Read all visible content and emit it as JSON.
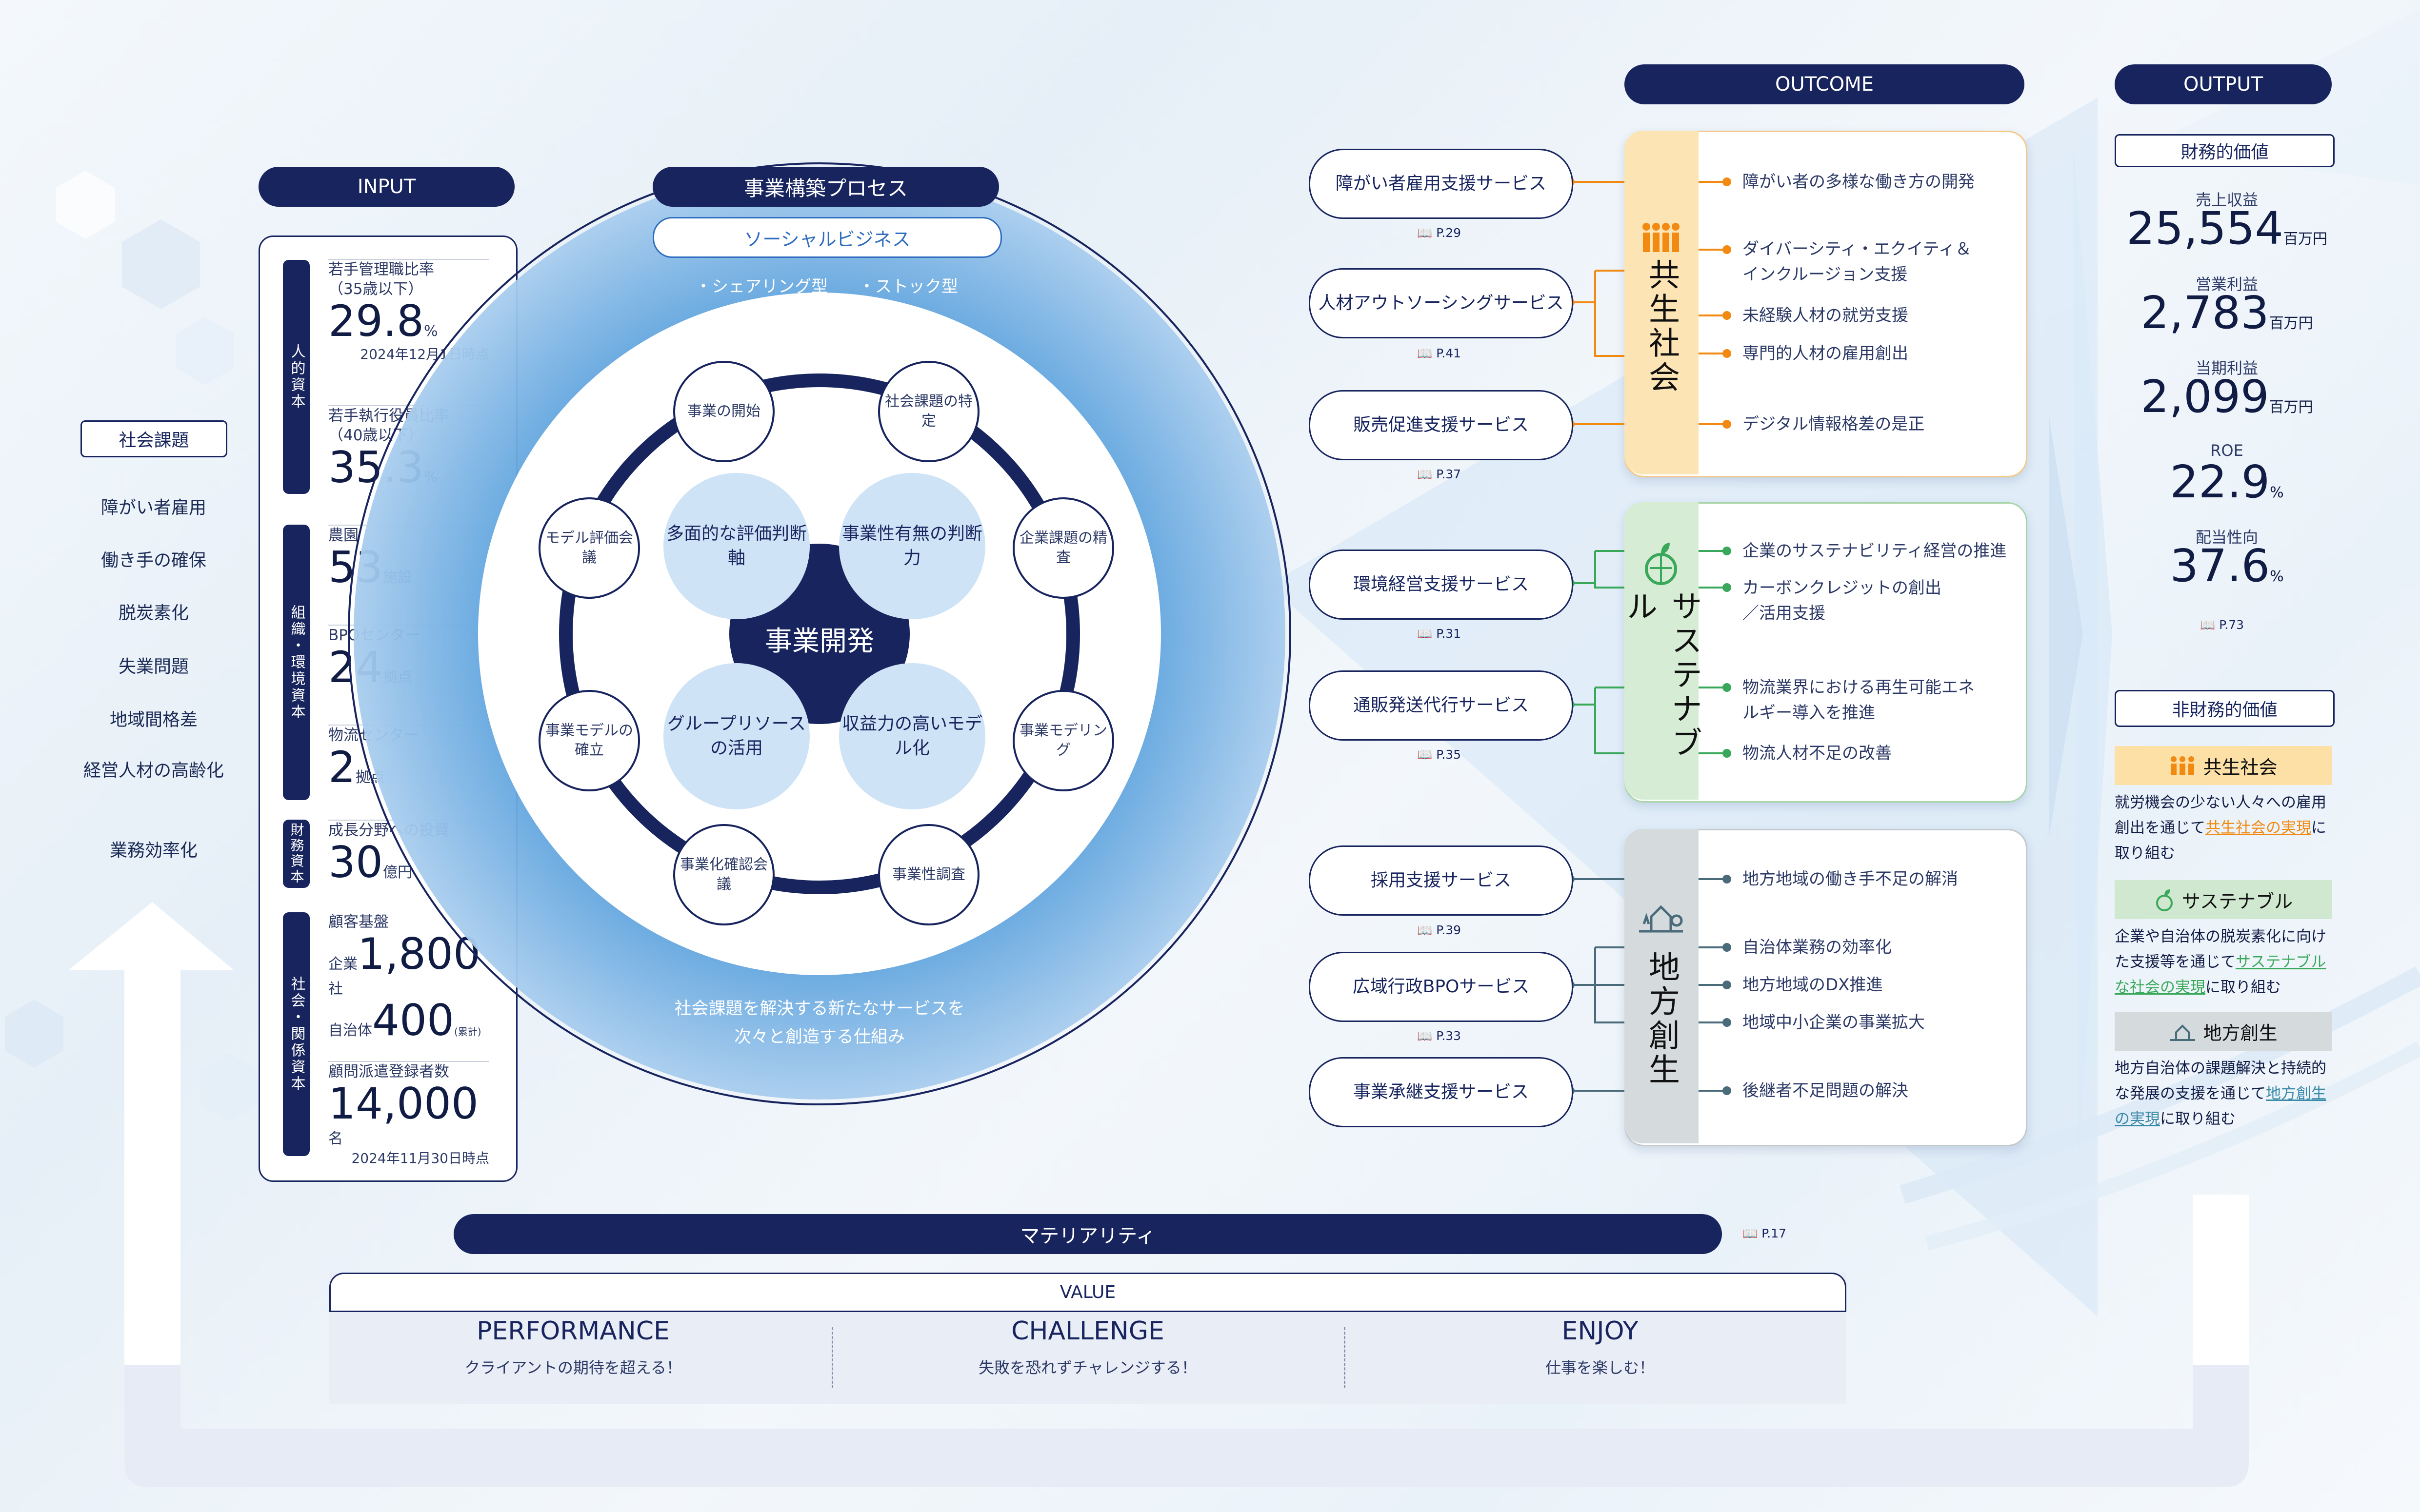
{
  "headers": {
    "input": "INPUT",
    "process": "事業構築プロセス",
    "outcome": "OUTCOME",
    "output": "OUTPUT",
    "materiality": "マテリアリティ",
    "value": "VALUE"
  },
  "social_issues": {
    "title": "社会課題",
    "items": [
      "障がい者雇用",
      "働き手の確保",
      "脱炭素化",
      "失業問題",
      "地域間格差",
      "経営人材の高齢化",
      "業務効率化"
    ]
  },
  "input": {
    "categories": [
      "人的資本",
      "組織・環境資本",
      "財務資本",
      "社会・関係資本"
    ],
    "items": [
      {
        "label": "若手管理職比率（35歳以下）",
        "value": "29.8",
        "unit": "%",
        "note": "2024年12月1日時点"
      },
      {
        "label": "若手執行役員比率（40歳以下）",
        "value": "35.3",
        "unit": "%"
      },
      {
        "label": "農園",
        "value": "53",
        "unit": "施設"
      },
      {
        "label": "BPOセンター",
        "value": "24",
        "unit": "拠点"
      },
      {
        "label": "物流センター",
        "value": "2",
        "unit": "拠点"
      },
      {
        "label": "成長分野への投資",
        "value": "30",
        "unit": "億円"
      },
      {
        "label": "顧客基盤",
        "prefix1": "企業",
        "value1": "1,800",
        "unit1": "社",
        "prefix2": "自治体",
        "value2": "400",
        "unit2": "(累計)"
      },
      {
        "label": "顧問派遣登録者数",
        "value": "14,000",
        "unit": "名",
        "note": "2024年11月30日時点"
      }
    ]
  },
  "process": {
    "subtitle": "ソーシャルビジネス",
    "types": [
      "・シェアリング型",
      "・ストック型"
    ],
    "center": "事業開発",
    "inner": [
      "多面的な評価判断軸",
      "事業性有無の判断力",
      "グループリソースの活用",
      "収益力の高いモデル化"
    ],
    "nodes": [
      "事業の開始",
      "社会課題の特定",
      "企業課題の精査",
      "事業モデリング",
      "事業性調査",
      "事業化確認会議",
      "事業モデルの確立",
      "モデル評価会議"
    ],
    "caption1": "社会課題を解決する新たなサービスを",
    "caption2": "次々と創造する仕組み"
  },
  "outcome": {
    "services": [
      {
        "name": "障がい者雇用支援サービス",
        "page": "P.29"
      },
      {
        "name": "人材アウトソーシングサービス",
        "page": "P.41"
      },
      {
        "name": "販売促進支援サービス",
        "page": "P.37"
      },
      {
        "name": "環境経営支援サービス",
        "page": "P.31"
      },
      {
        "name": "通販発送代行サービス",
        "page": "P.35"
      },
      {
        "name": "採用支援サービス",
        "page": "P.39"
      },
      {
        "name": "広域行政BPOサービス",
        "page": "P.33"
      },
      {
        "name": "事業承継支援サービス",
        "page": ""
      }
    ],
    "groups": [
      {
        "name": "共生社会",
        "color": "#f28a12",
        "bg": "#fde4b4",
        "bullets": [
          "障がい者の多様な働き方の開発",
          "ダイバーシティ・エクイティ＆インクルージョン支援",
          "未経験人材の就労支援",
          "専門的人材の雇用創出",
          "デジタル情報格差の是正"
        ]
      },
      {
        "name": "サステナブル",
        "color": "#3aa85a",
        "bg": "#d6ecd5",
        "bullets": [
          "企業のサステナビリティ経営の推進",
          "カーボンクレジットの創出／活用支援",
          "物流業界における再生可能エネルギー導入を推進",
          "物流人材不足の改善"
        ]
      },
      {
        "name": "地方創生",
        "color": "#4a6b7a",
        "bg": "#d5dadd",
        "bullets": [
          "地方地域の働き手不足の解消",
          "自治体業務の効率化",
          "地方地域のDX推進",
          "地域中小企業の事業拡大",
          "後継者不足問題の解決"
        ]
      }
    ]
  },
  "output": {
    "financial_title": "財務的価値",
    "metrics": [
      {
        "label": "売上収益",
        "value": "25,554",
        "unit": "百万円"
      },
      {
        "label": "営業利益",
        "value": "2,783",
        "unit": "百万円"
      },
      {
        "label": "当期利益",
        "value": "2,099",
        "unit": "百万円"
      },
      {
        "label": "ROE",
        "value": "22.9",
        "unit": "%"
      },
      {
        "label": "配当性向",
        "value": "37.6",
        "unit": "%"
      }
    ],
    "page": "P.73",
    "nonfinancial_title": "非財務的価値",
    "nonfinancial": [
      {
        "tag": "共生社会",
        "bg": "#fde0a6",
        "text_a": "就労機会の少ない人々への雇用創出を通じて",
        "hl": "共生社会の実現",
        "text_b": "に取り組む",
        "hl_color": "#f28a12"
      },
      {
        "tag": "サステナブル",
        "bg": "#cfe8cf",
        "text_a": "企業や自治体の脱炭素化に向けた支援等を通じて",
        "hl": "サステナブルな社会の実現",
        "text_b": "に取り組む",
        "hl_color": "#3aa85a"
      },
      {
        "tag": "地方創生",
        "bg": "#d5dadd",
        "text_a": "地方自治体の課題解決と持続的な発展の支援を通じて",
        "hl": "地方創生の実現",
        "text_b": "に取り組む",
        "hl_color": "#3a8aa8"
      }
    ]
  },
  "materiality_page": "P.17",
  "values": [
    {
      "title": "PERFORMANCE",
      "sub": "クライアントの期待を超える！"
    },
    {
      "title": "CHALLENGE",
      "sub": "失敗を恐れずチャレンジする！"
    },
    {
      "title": "ENJOY",
      "sub": "仕事を楽しむ！"
    }
  ]
}
